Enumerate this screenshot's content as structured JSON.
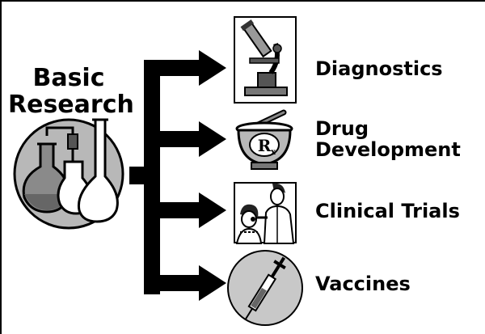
{
  "source": {
    "title_line1": "Basic",
    "title_line2": "Research",
    "icon": "lab-glassware-icon"
  },
  "outcomes": [
    {
      "label_lines": [
        "Diagnostics"
      ],
      "icon": "microscope-icon"
    },
    {
      "label_lines": [
        "Drug",
        "Development"
      ],
      "icon": "mortar-pestle-rx-icon"
    },
    {
      "label_lines": [
        "Clinical Trials"
      ],
      "icon": "doctor-patient-icon"
    },
    {
      "label_lines": [
        "Vaccines"
      ],
      "icon": "syringe-icon"
    }
  ],
  "colors": {
    "ink": "#000000",
    "circle_fill": "#b8b8b8",
    "arrow": "#000000"
  }
}
